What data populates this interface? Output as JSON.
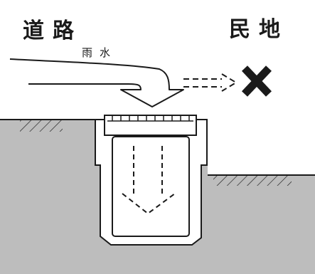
{
  "labels": {
    "road": "道路",
    "private_land": "民地",
    "rainwater": "雨水"
  },
  "symbols": {
    "cross": "cross-mark-icon"
  },
  "colors": {
    "ground": "#bdbdbd",
    "line": "#1a1a1a",
    "background": "#ffffff"
  }
}
